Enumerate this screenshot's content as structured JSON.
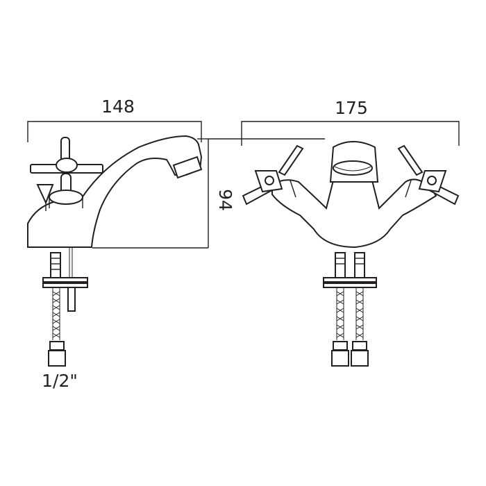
{
  "dimensions": {
    "side_width": "148",
    "front_width": "175",
    "height": "94",
    "inlet_size": "1/2\""
  }
}
